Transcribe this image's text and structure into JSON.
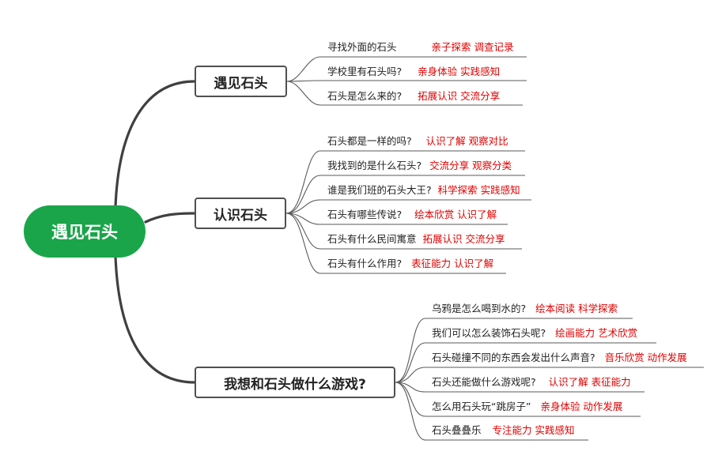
{
  "root": {
    "label": "遇见石头"
  },
  "branches": [
    {
      "label": "遇见石头",
      "items": [
        {
          "question": "寻找外面的石头",
          "tags": "亲子探索  调查记录"
        },
        {
          "question": "学校里有石头吗?",
          "tags": "亲身体验  实践感知"
        },
        {
          "question": "石头是怎么来的?",
          "tags": "拓展认识  交流分享"
        }
      ]
    },
    {
      "label": "认识石头",
      "items": [
        {
          "question": "石头都是一样的吗?",
          "tags": "认识了解  观察对比"
        },
        {
          "question": "我找到的是什么石头?",
          "tags": "交流分享  观察分类"
        },
        {
          "question": "谁是我们班的石头大王?",
          "tags": "科学探索  实践感知"
        },
        {
          "question": "石头有哪些传说?",
          "tags": "绘本欣赏  认识了解"
        },
        {
          "question": "石头有什么民间寓意",
          "tags": "拓展认识  交流分享"
        },
        {
          "question": "石头有什么作用?",
          "tags": "表征能力  认识了解"
        }
      ]
    },
    {
      "label": "我想和石头做什么游戏?",
      "items": [
        {
          "question": "乌鸦是怎么喝到水的?",
          "tags": "绘本阅读  科学探索"
        },
        {
          "question": "我们可以怎么装饰石头呢?",
          "tags": "绘画能力  艺术欣赏"
        },
        {
          "question": "石头碰撞不同的东西会发出什么声音?",
          "tags": "音乐欣赏  动作发展"
        },
        {
          "question": "石头还能做什么游戏呢?",
          "tags": "认识了解  表征能力"
        },
        {
          "question": "怎么用石头玩“跳房子”",
          "tags": "亲身体验  动作发展"
        },
        {
          "question": "石头叠叠乐",
          "tags": "专注能力  实践感知"
        }
      ]
    }
  ]
}
